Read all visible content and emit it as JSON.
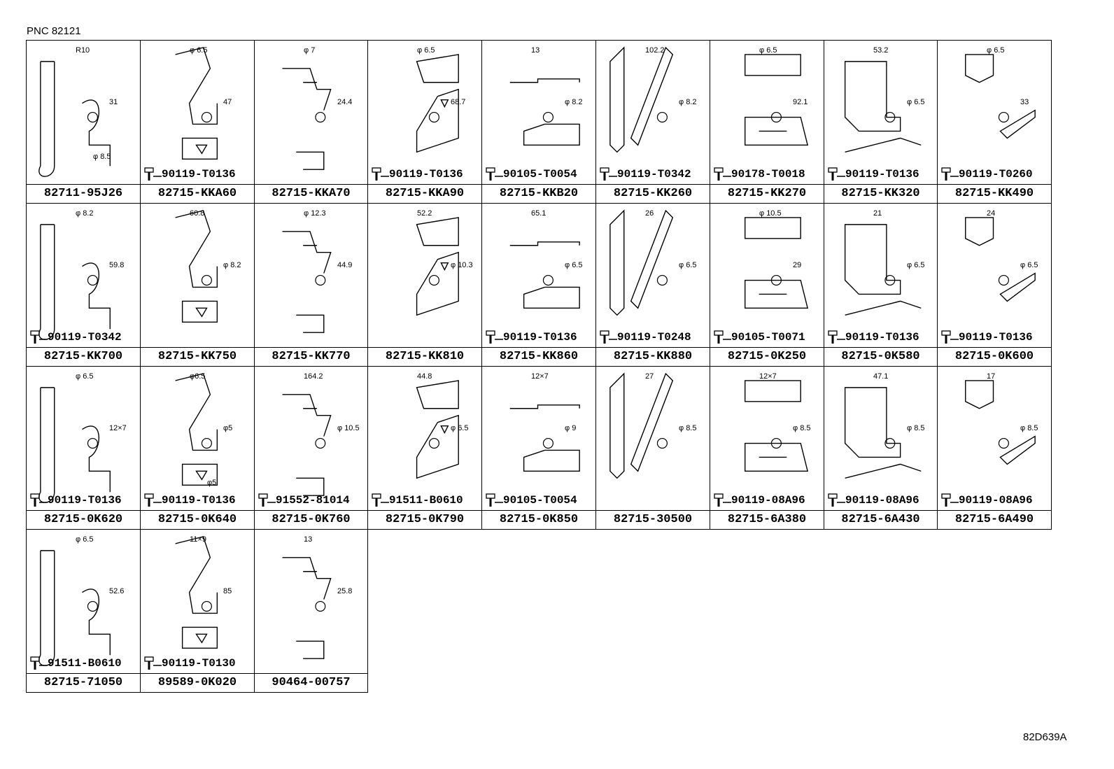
{
  "header": {
    "pnc": "PNC 82121"
  },
  "footer": {
    "ref": "82D639A"
  },
  "cells": [
    {
      "part": "82711-95J26",
      "bolt": "",
      "dims": [
        "R10",
        "31",
        "φ 8.5"
      ]
    },
    {
      "part": "82715-KKA60",
      "bolt": "90119-T0136",
      "dims": [
        "φ 6.5",
        "47"
      ]
    },
    {
      "part": "82715-KKA70",
      "bolt": "",
      "dims": [
        "φ 7",
        "24.4"
      ]
    },
    {
      "part": "82715-KKA90",
      "bolt": "90119-T0136",
      "dims": [
        "φ 6.5",
        "68.7"
      ]
    },
    {
      "part": "82715-KKB20",
      "bolt": "90105-T0054",
      "dims": [
        "13",
        "φ 8.2"
      ]
    },
    {
      "part": "82715-KK260",
      "bolt": "90119-T0342",
      "dims": [
        "102.2",
        "φ 8.2"
      ]
    },
    {
      "part": "82715-KK270",
      "bolt": "90178-T0018",
      "dims": [
        "φ 6.5",
        "92.1"
      ]
    },
    {
      "part": "82715-KK320",
      "bolt": "90119-T0136",
      "dims": [
        "53.2",
        "φ 6.5"
      ]
    },
    {
      "part": "82715-KK490",
      "bolt": "90119-T0260",
      "dims": [
        "φ 6.5",
        "33"
      ]
    },
    {
      "part": "82715-KK700",
      "bolt": "90119-T0342",
      "dims": [
        "φ 8.2",
        "59.8"
      ]
    },
    {
      "part": "82715-KK750",
      "bolt": "",
      "dims": [
        "60.8",
        "φ 8.2"
      ]
    },
    {
      "part": "82715-KK770",
      "bolt": "",
      "dims": [
        "φ 12.3",
        "44.9"
      ]
    },
    {
      "part": "82715-KK810",
      "bolt": "",
      "dims": [
        "52.2",
        "φ 10.3"
      ]
    },
    {
      "part": "82715-KK860",
      "bolt": "90119-T0136",
      "dims": [
        "65.1",
        "φ 6.5"
      ]
    },
    {
      "part": "82715-KK880",
      "bolt": "90119-T0248",
      "dims": [
        "26",
        "φ 6.5"
      ]
    },
    {
      "part": "82715-0K250",
      "bolt": "90105-T0071",
      "dims": [
        "φ 10.5",
        "29"
      ]
    },
    {
      "part": "82715-0K580",
      "bolt": "90119-T0136",
      "dims": [
        "21",
        "φ 6.5"
      ]
    },
    {
      "part": "82715-0K600",
      "bolt": "90119-T0136",
      "dims": [
        "24",
        "φ 6.5"
      ]
    },
    {
      "part": "82715-0K620",
      "bolt": "90119-T0136",
      "dims": [
        "φ 6.5",
        "12×7"
      ]
    },
    {
      "part": "82715-0K640",
      "bolt": "90119-T0136",
      "dims": [
        "φ6.5",
        "φ5",
        "φ5"
      ]
    },
    {
      "part": "82715-0K760",
      "bolt": "91552-81014",
      "dims": [
        "164.2",
        "φ 10.5"
      ]
    },
    {
      "part": "82715-0K790",
      "bolt": "91511-B0610",
      "dims": [
        "44.8",
        "φ 6.5"
      ]
    },
    {
      "part": "82715-0K850",
      "bolt": "90105-T0054",
      "dims": [
        "12×7",
        "φ 9"
      ]
    },
    {
      "part": "82715-30500",
      "bolt": "",
      "dims": [
        "27",
        "φ 8.5"
      ]
    },
    {
      "part": "82715-6A380",
      "bolt": "90119-08A96",
      "dims": [
        "12×7",
        "φ 8.5"
      ]
    },
    {
      "part": "82715-6A430",
      "bolt": "90119-08A96",
      "dims": [
        "47.1",
        "φ 8.5"
      ]
    },
    {
      "part": "82715-6A490",
      "bolt": "90119-08A96",
      "dims": [
        "17",
        "φ 8.5"
      ]
    },
    {
      "part": "82715-71050",
      "bolt": "91511-B0610",
      "dims": [
        "φ 6.5",
        "52.6"
      ]
    },
    {
      "part": "89589-0K020",
      "bolt": "90119-T0130",
      "dims": [
        "11×9",
        "85"
      ]
    },
    {
      "part": "90464-00757",
      "bolt": "",
      "dims": [
        "13",
        "25.8"
      ]
    }
  ]
}
